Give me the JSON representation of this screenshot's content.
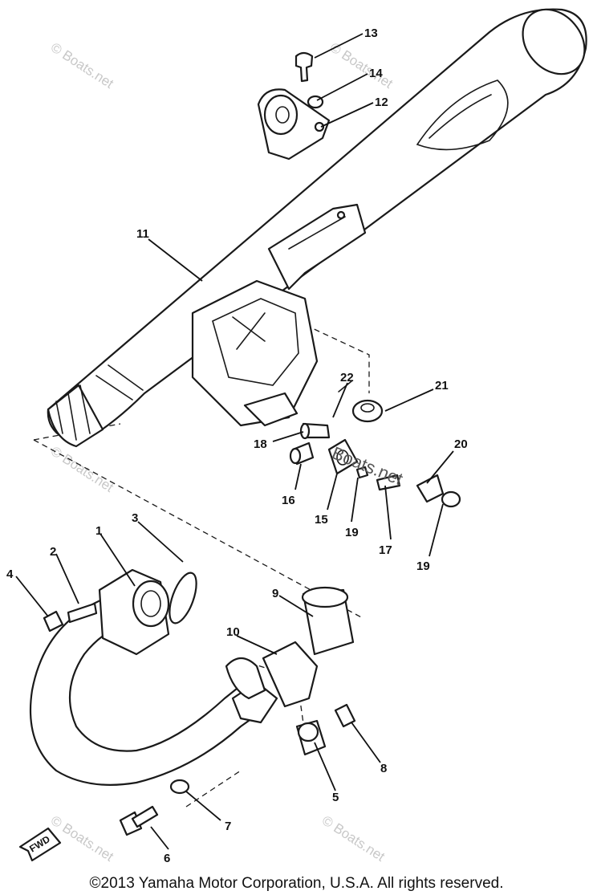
{
  "callouts": [
    {
      "id": "c1",
      "text": "1"
    },
    {
      "id": "c2",
      "text": "2"
    },
    {
      "id": "c3",
      "text": "3"
    },
    {
      "id": "c4",
      "text": "4"
    },
    {
      "id": "c5",
      "text": "5"
    },
    {
      "id": "c6",
      "text": "6"
    },
    {
      "id": "c7",
      "text": "7"
    },
    {
      "id": "c8",
      "text": "8"
    },
    {
      "id": "c9",
      "text": "9"
    },
    {
      "id": "c10",
      "text": "10"
    },
    {
      "id": "c11",
      "text": "11"
    },
    {
      "id": "c12",
      "text": "12"
    },
    {
      "id": "c13",
      "text": "13"
    },
    {
      "id": "c14",
      "text": "14"
    },
    {
      "id": "c15",
      "text": "15"
    },
    {
      "id": "c16",
      "text": "16"
    },
    {
      "id": "c17",
      "text": "17"
    },
    {
      "id": "c18",
      "text": "18"
    },
    {
      "id": "c19a",
      "text": "19"
    },
    {
      "id": "c19b",
      "text": "19"
    },
    {
      "id": "c20",
      "text": "20"
    },
    {
      "id": "c21",
      "text": "21"
    },
    {
      "id": "c22",
      "text": "22"
    }
  ],
  "watermark": "© Boats.net",
  "center_watermark": "Boats.net",
  "fwd_label": "FWD",
  "copyright": "©2013 Yamaha Motor Corporation, U.S.A. All rights reserved."
}
